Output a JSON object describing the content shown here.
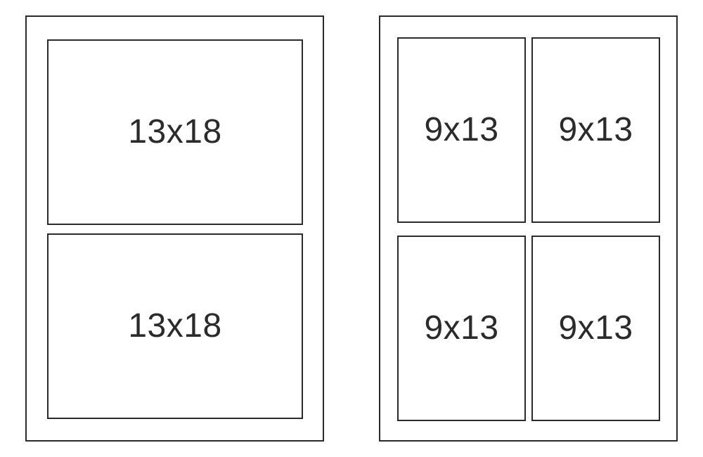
{
  "left_sheet": {
    "photos": [
      {
        "label": "13x18"
      },
      {
        "label": "13x18"
      }
    ]
  },
  "right_sheet": {
    "photos": [
      {
        "label": "9x13"
      },
      {
        "label": "9x13"
      },
      {
        "label": "9x13"
      },
      {
        "label": "9x13"
      }
    ]
  },
  "colors": {
    "line": "#2b2b2b",
    "background": "#ffffff"
  }
}
